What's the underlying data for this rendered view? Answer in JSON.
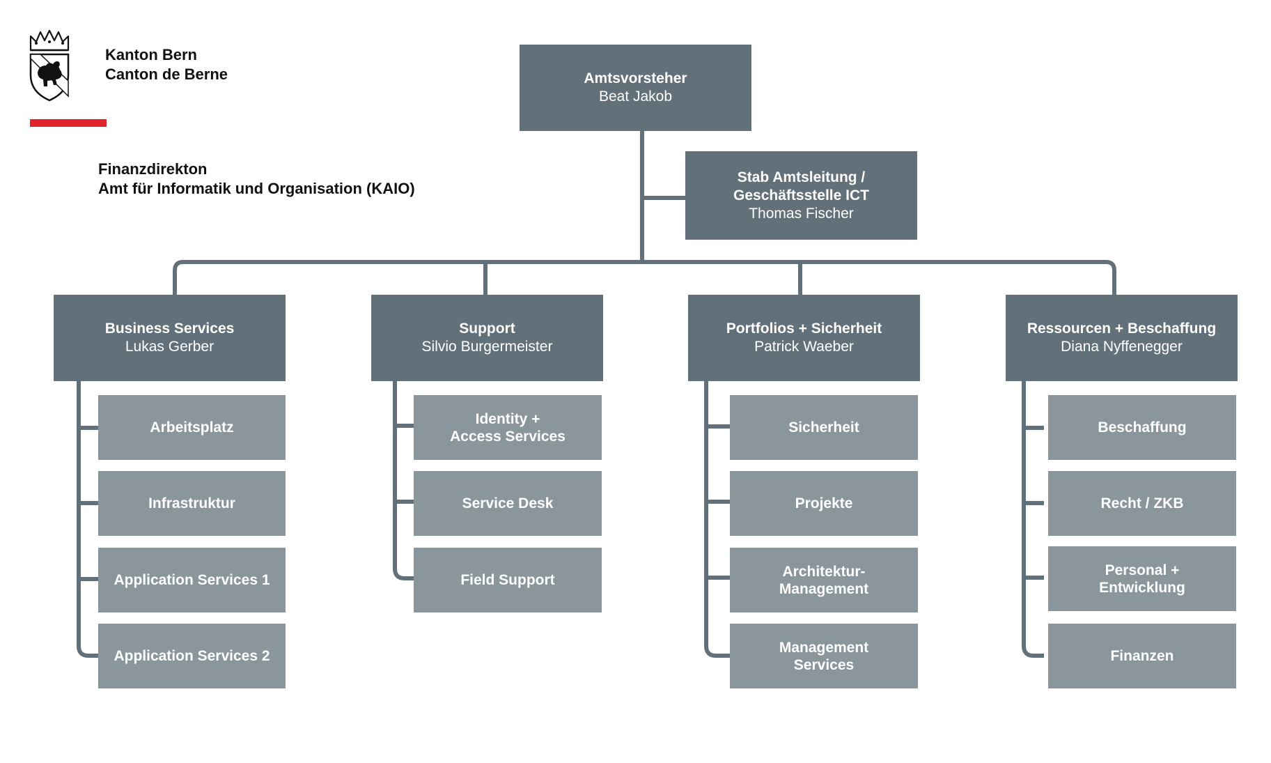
{
  "header": {
    "brand_line1": "Kanton Bern",
    "brand_line2": "Canton de Berne",
    "department_line1": "Finanzdirekton",
    "department_line2": "Amt für Informatik und Organisation (KAIO)",
    "accent_color": "#e2242a"
  },
  "colors": {
    "lead_box": "#627079",
    "unit_box": "#8b959c",
    "connector": "#627079"
  },
  "org": {
    "head": {
      "title": "Amtsvorsteher",
      "name": "Beat Jakob"
    },
    "staff": {
      "title": "Stab Amtsleitung /\nGeschäftsstelle ICT",
      "name": "Thomas Fischer"
    },
    "divisions": [
      {
        "title": "Business Services",
        "name": "Lukas Gerber",
        "units": [
          "Arbeitsplatz",
          "Infrastruktur",
          "Application Services 1",
          "Application Services 2"
        ]
      },
      {
        "title": "Support",
        "name": "Silvio Burgermeister",
        "units": [
          "Identity +\nAccess Services",
          "Service Desk",
          "Field Support"
        ]
      },
      {
        "title": "Portfolios + Sicherheit",
        "name": "Patrick Waeber",
        "units": [
          "Sicherheit",
          "Projekte",
          "Architektur-\nManagement",
          "Management\nServices"
        ]
      },
      {
        "title": "Ressourcen + Beschaffung",
        "name": "Diana Nyffenegger",
        "units": [
          "Beschaffung",
          "Recht / ZKB",
          "Personal +\nEntwicklung",
          "Finanzen"
        ]
      }
    ]
  }
}
